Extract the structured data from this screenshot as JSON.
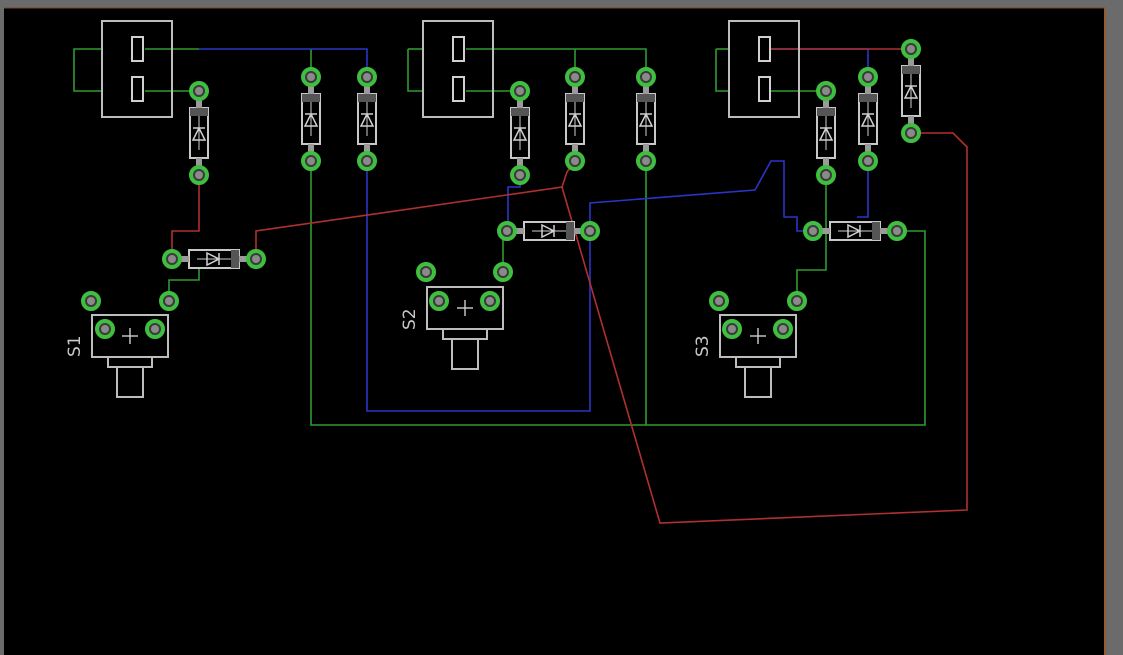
{
  "schematic": {
    "labels": {
      "s1": "S1",
      "s2": "S2",
      "s3": "S3"
    },
    "colors": {
      "background": "#000000",
      "frame": "#6b6b6b",
      "board_outline": "#c87a3a",
      "trace_red": "#b03030",
      "trace_blue": "#2a35c8",
      "trace_green": "#2f9a2f",
      "pad": "#3fbf3f",
      "silkscreen": "#bdbdbd"
    },
    "components": {
      "switches": [
        "S1",
        "S2",
        "S3"
      ],
      "connector_count": 3,
      "diode_count": 12
    }
  }
}
